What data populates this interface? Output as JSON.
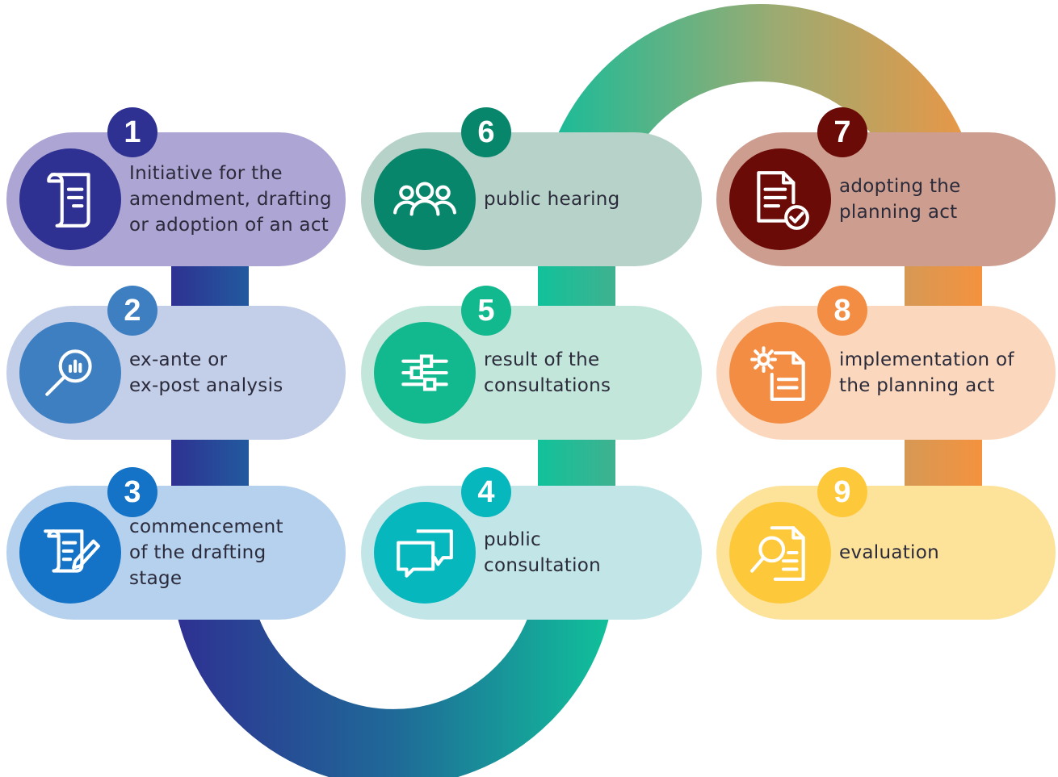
{
  "steps": [
    {
      "number": "1",
      "label": "Initiative for the\namendment, drafting\nor adoption of an act",
      "icon": "scroll-document-icon",
      "pill_color": "#ada6d4",
      "circle_color": "#2e3192",
      "badge_color": "#2e3192"
    },
    {
      "number": "2",
      "label": "ex-ante or\nex-post analysis",
      "icon": "magnifier-chart-icon",
      "pill_color": "#c3cfe9",
      "circle_color": "#3d7fc1",
      "badge_color": "#3d7fc1"
    },
    {
      "number": "3",
      "label": "commencement\nof the drafting\nstage",
      "icon": "scroll-pen-icon",
      "pill_color": "#b5d1ee",
      "circle_color": "#1473c6",
      "badge_color": "#1473c6"
    },
    {
      "number": "4",
      "label": "public\nconsultation",
      "icon": "speech-bubbles-icon",
      "pill_color": "#c2e6e8",
      "circle_color": "#06b7be",
      "badge_color": "#06b7be"
    },
    {
      "number": "5",
      "label": "result of the\nconsultations",
      "icon": "sliders-icon",
      "pill_color": "#c2e6da",
      "circle_color": "#13b98e",
      "badge_color": "#13b98e"
    },
    {
      "number": "6",
      "label": "public hearing",
      "icon": "group-people-icon",
      "pill_color": "#b7d3c9",
      "circle_color": "#08866b",
      "badge_color": "#08866b"
    },
    {
      "number": "7",
      "label": "adopting the\nplanning act",
      "icon": "document-check-icon",
      "pill_color": "#cd9e8f",
      "circle_color": "#6b0b07",
      "badge_color": "#6b0b07"
    },
    {
      "number": "8",
      "label": "implementation of\nthe planning act",
      "icon": "gear-document-icon",
      "pill_color": "#fbd8bd",
      "circle_color": "#f38d44",
      "badge_color": "#f38d44"
    },
    {
      "number": "9",
      "label": "evaluation",
      "icon": "search-document-icon",
      "pill_color": "#fde29a",
      "circle_color": "#fdc93b",
      "badge_color": "#fdc93b"
    }
  ]
}
